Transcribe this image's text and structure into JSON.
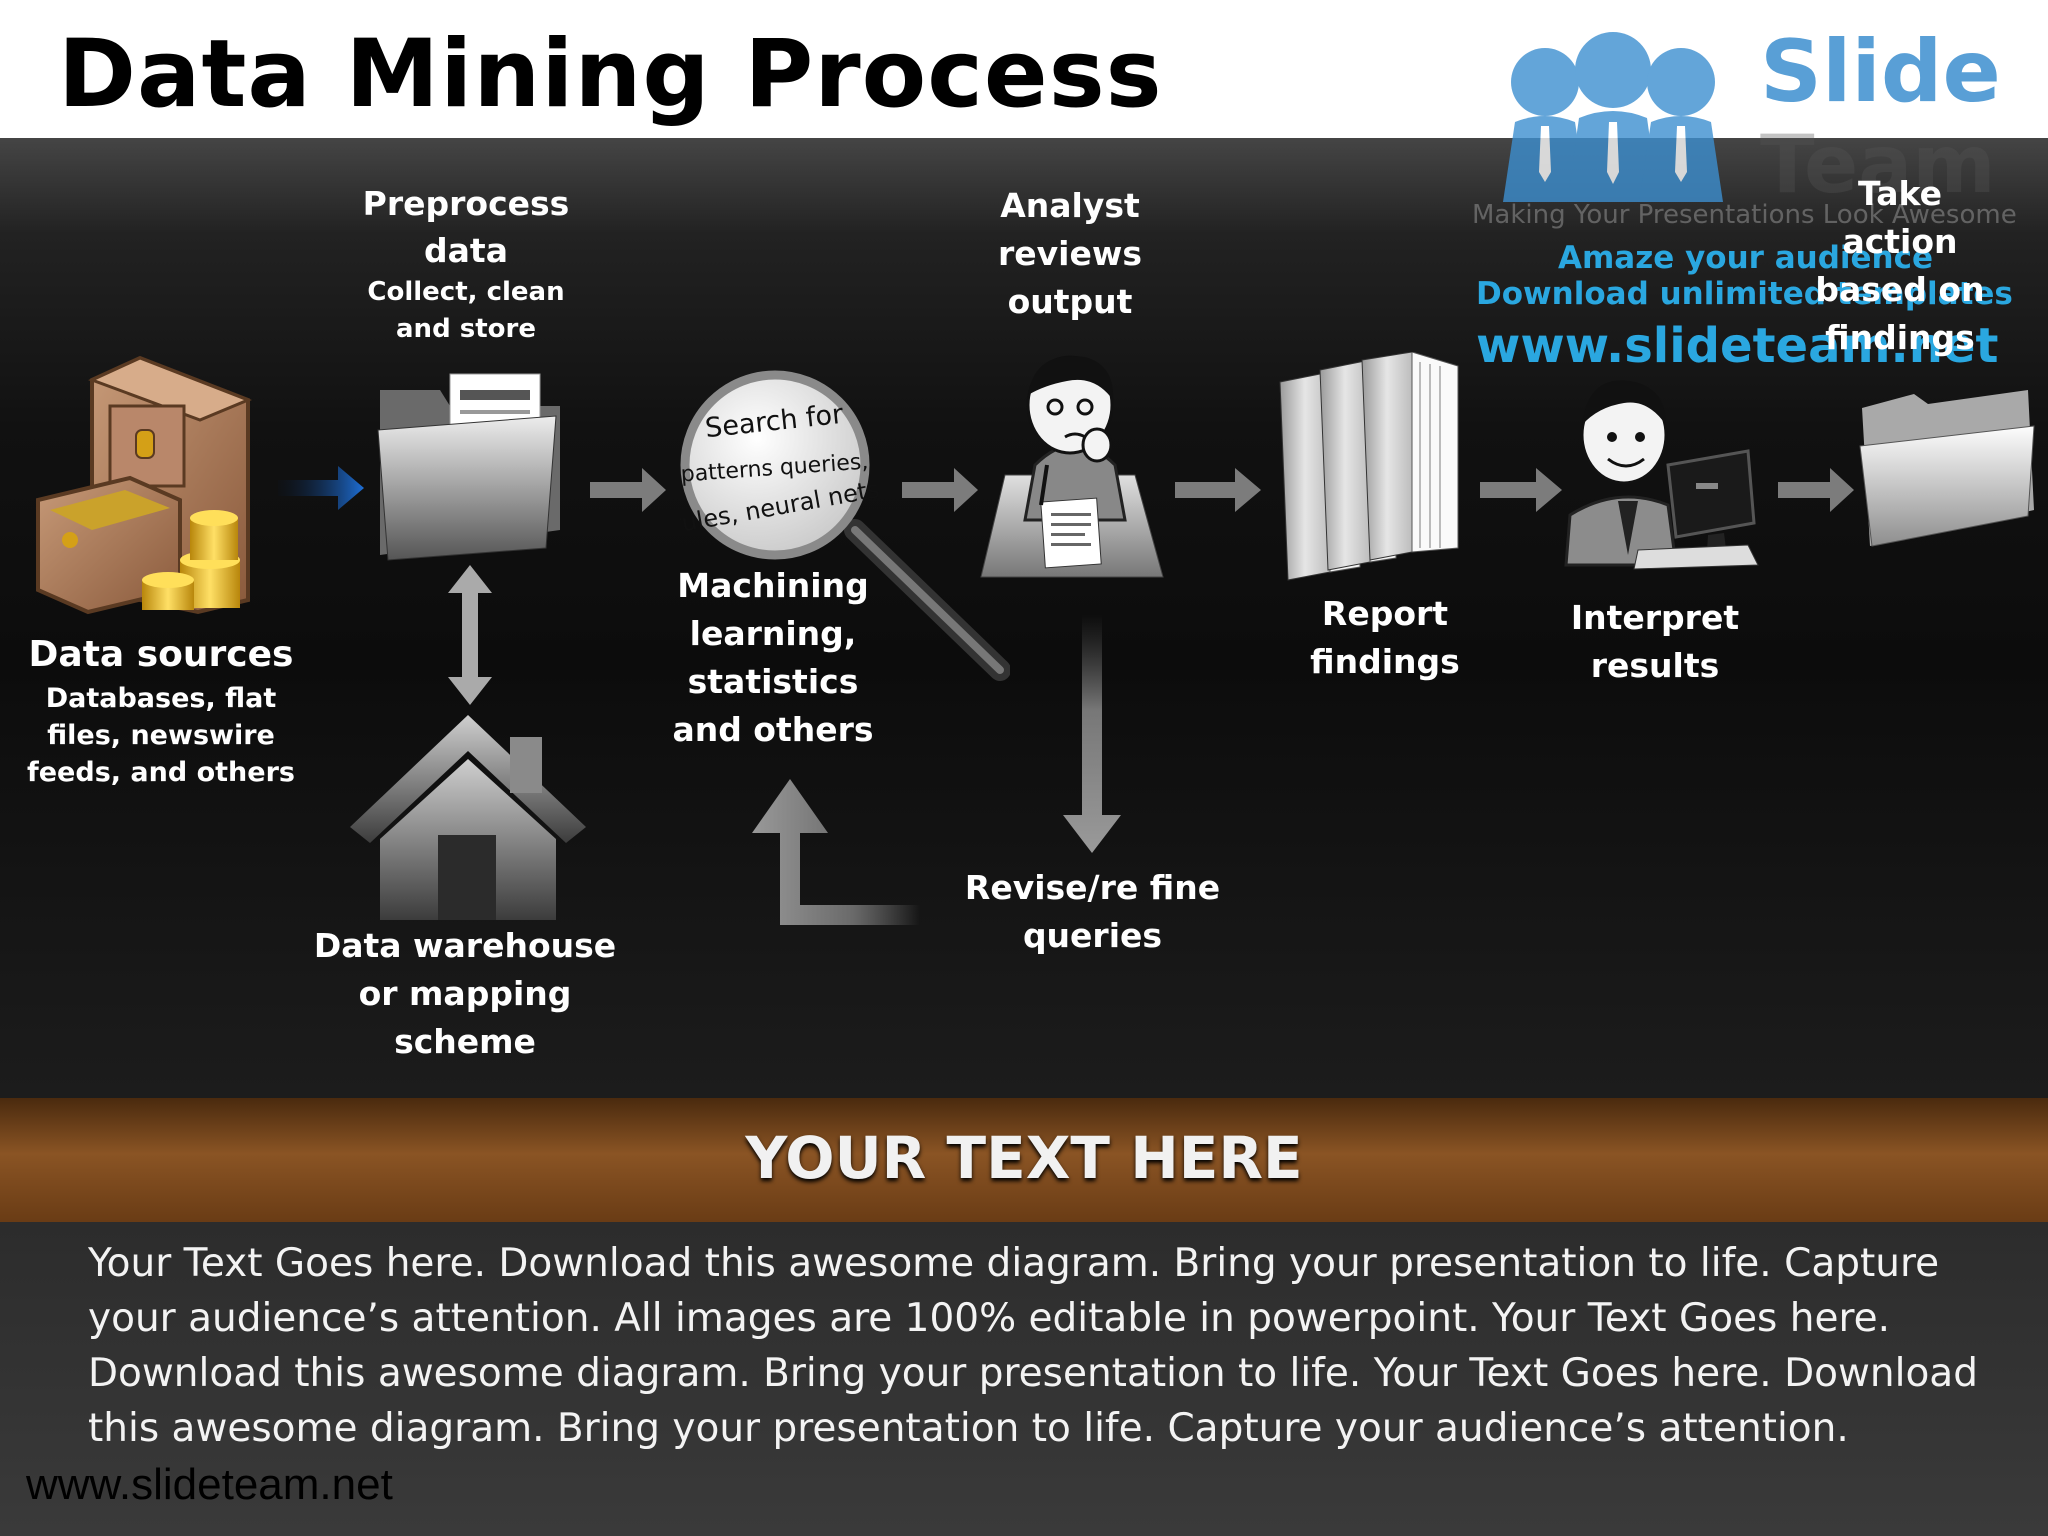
{
  "slide": {
    "title": "Data Mining Process"
  },
  "watermark": {
    "brand_line1": "Slide",
    "brand_line2": "Team",
    "tagline": "Making Your Presentations Look Awesome",
    "promo1": "Amaze your audience",
    "promo2": "Download unlimited templates",
    "url": "www.slideteam.net"
  },
  "steps": {
    "data_sources": {
      "title": "Data sources",
      "desc": "Databases, flat files, newswire feeds, and others"
    },
    "preprocess": {
      "title": "Preprocess data",
      "desc": "Collect, clean and store"
    },
    "warehouse": {
      "title": "Data warehouse or mapping scheme"
    },
    "magnifier_text": [
      "Search for",
      "patterns queries,",
      "rules, neural nets"
    ],
    "machine": {
      "title": "Machining learning, statistics and others"
    },
    "analyst": {
      "title": "Analyst reviews output"
    },
    "revise": {
      "title": "Revise/re fine queries"
    },
    "report": {
      "title": "Report findings"
    },
    "interpret": {
      "title": "Interpret results"
    },
    "action": {
      "title": "Take action based on findings"
    }
  },
  "band": {
    "heading": "YOUR TEXT HERE"
  },
  "body": {
    "text": "Your Text Goes here. Download this awesome diagram. Bring your presentation to life. Capture your audience’s attention. All images are 100% editable in powerpoint. Your Text Goes here. Download this awesome diagram. Bring your presentation to life. Your Text Goes here. Download this awesome diagram. Bring your presentation to life. Capture your audience’s attention."
  },
  "footer": {
    "url": "www.slideteam.net"
  },
  "colors": {
    "accent_arrow": "#1e6fd6",
    "band": "#8a5424",
    "watermark": "#2aa7e0"
  }
}
